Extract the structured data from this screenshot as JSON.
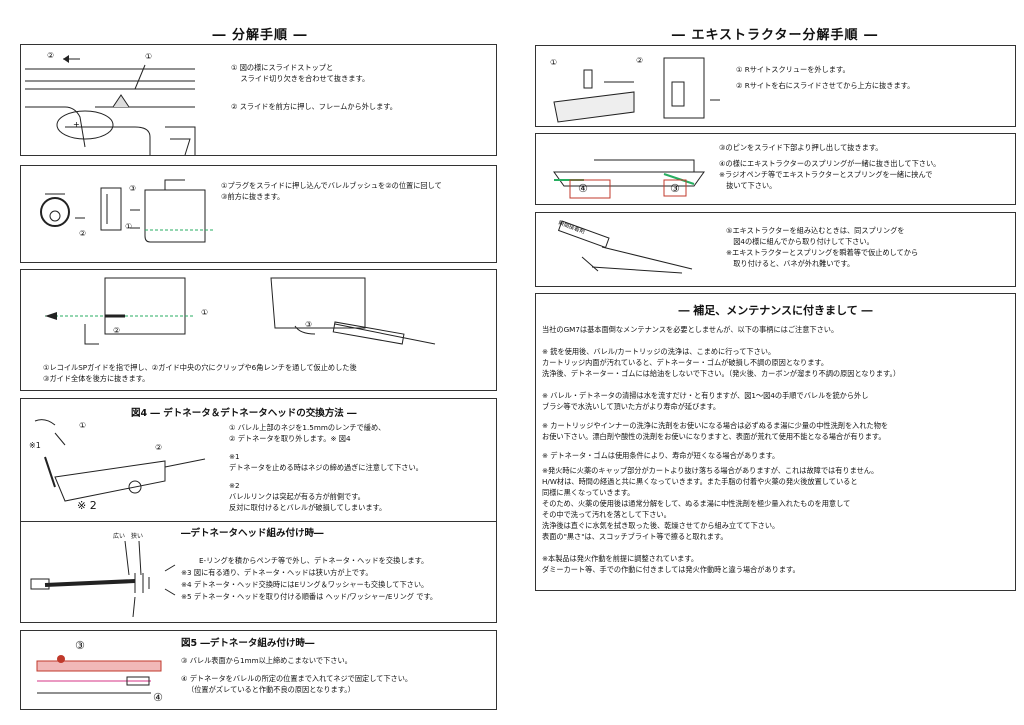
{
  "left_title": "― 分解手順 ―",
  "right_title": "― エキストラクター分解手順 ―",
  "step1": {
    "l1": "① 図の様にスライドストップと",
    "l2": "　 スライド切り欠きを合わせて抜きます。",
    "l3": "② スライドを前方に押し、フレームから外します。",
    "marks": [
      "②",
      "①"
    ]
  },
  "step2": {
    "l1": "①プラグをスライドに押し込んでバレルブッシュを②の位置に回して",
    "l2": "③前方に抜きます。",
    "marks": [
      "③",
      "①",
      "②"
    ]
  },
  "step3": {
    "l1": "①レコイルSPガイドを指で押し、②ガイド中央の穴にクリップや6角レンチを通して仮止めした後",
    "l2": "③ガイド全体を後方に抜きます。",
    "marks": [
      "①",
      "②",
      "③"
    ]
  },
  "fig4": {
    "title": "図4 ― デトネータ＆デトネータヘッドの交換方法 ―",
    "l1": "① バレル上部のネジを1.5mmのレンチで緩め、",
    "l2": "② デトネータを取り外します。※ 図4",
    "l3": "※1",
    "l4": "デトネータを止める時はネジの締め過ぎに注意して下さい。",
    "l5": "※2",
    "l6": "バレルリンクは突起が有る方が前側です。",
    "l7": "反対に取付けるとバレルが破損してしまいます。",
    "marks": [
      "①",
      "②",
      "※1",
      "※ 2"
    ]
  },
  "head": {
    "title": "―デトネータヘッド組み付け時―",
    "l1": "E-リングを積からペンチ等で外し、デトネータ・ヘッドを交換します。",
    "l2": "※3 図に有る通り、デトネータ・ヘッドは狭い方が上です。",
    "l3": "※4 デトネータ・ヘッド交換時にはEリング＆ワッシャーも交換して下さい。",
    "l4": "※5 デトネータ・ヘッドを取り付ける順番は ヘッド/ワッシャー/Eリング です。",
    "marks": [
      "広い",
      "狭い"
    ]
  },
  "fig5": {
    "title": "図5 ―デトネータ組み付け時―",
    "l1": "③ バレル表面から1mm以上締めこまないで下さい。",
    "l2": "④ デトネータをバレルの所定の位置まで入れてネジで固定して下さい。",
    "l3": "（位置がズレていると作動不良の原因となります。）",
    "marks": [
      "③",
      "④"
    ]
  },
  "ext1": {
    "l1": "① Rサイトスクリューを外します。",
    "l2": "② Rサイトを右にスライドさせてから上方に抜きます。",
    "marks": [
      "①",
      "②"
    ]
  },
  "ext2": {
    "l1": "③のピンをスライド下部より押し出して抜きます。",
    "l2": "④の様にエキストラクターのスプリングが一緒に抜き出して下さい。",
    "l3": "※ラジオペンチ等でエキストラクターとスプリングを一緒に挟んで",
    "l4": "　抜いて下さい。",
    "marks": [
      "④",
      "③"
    ]
  },
  "ext3": {
    "l1": "⑤エキストラクターを組み込むときは、同スプリングを",
    "l2": "　図4の様に組んでから取り付けして下さい。",
    "l3": "※エキストラクターとスプリングを瞬着等で仮止めしてから",
    "l4": "　取り付けると、バネが外れ難いです。",
    "tool_label": "瞬間接着剤"
  },
  "maint": {
    "title": "― 補足、メンテナンスに付きまして ―",
    "p1": "当社のGM7は基本面倒なメンテナンスを必要としませんが、以下の事柄にはご注意下さい。",
    "p2a": "※ 銃を使用後、バレル/カートリッジの洗浄は、こまめに行って下さい。",
    "p2b": "カートリッジ内面が汚れていると、デトネーター・ゴムが破損し不調の原因となります。",
    "p2c": "洗浄後、デトネーター・ゴムには給油をしないで下さい。（発火後、カーボンが溜まり不調の原因となります。）",
    "p3a": "※ バレル・デトネータの清掃は水を流すだけ・と有りますが、図1～図4の手順でバレルを銃から外し",
    "p3b": "ブラシ等で水洗いして頂いた方がより寿命が延びます。",
    "p4a": "※ カートリッジやインナーの洗浄に洗剤をお使いになる場合は必ずぬるま湯に少量の中性洗剤を入れた物を",
    "p4b": "お使い下さい。漂白剤や酸性の洗剤をお使いになりますと、表面が荒れて使用不能となる場合が有ります。",
    "p5": "※ デトネータ・ゴムは使用条件により、寿命が短くなる場合があります。",
    "p6a": "※発火時に火薬のキャップ部分がカートより抜け落ちる場合がありますが、これは故障では有りません。",
    "p6b": "H/W材は、時間の経過と共に黒くなっていきます。また手脂の付着や火薬の発火後放置していると",
    "p6c": "同様に黒くなっていきます。",
    "p6d": "そのため、火薬の使用後は通常分解をして、ぬるま湯に中性洗剤を極少量入れたものを用意して",
    "p6e": "その中で洗って汚れを落として下さい。",
    "p6f": "洗浄後は直ぐに水気を拭き取った後、乾燥させてから組み立てて下さい。",
    "p6g": "表面の\"黒さ\"は、スコッチブライト等で擦ると取れます。",
    "p7a": "※本製品は発火作動を前提に調整されています。",
    "p7b": "ダミーカート等、手での作動に付きましては発火作動時と違う場合があります。"
  },
  "colors": {
    "accent_red": "#c0392b",
    "accent_green": "#27ae60",
    "accent_magenta": "#d63384",
    "line": "#222222"
  }
}
